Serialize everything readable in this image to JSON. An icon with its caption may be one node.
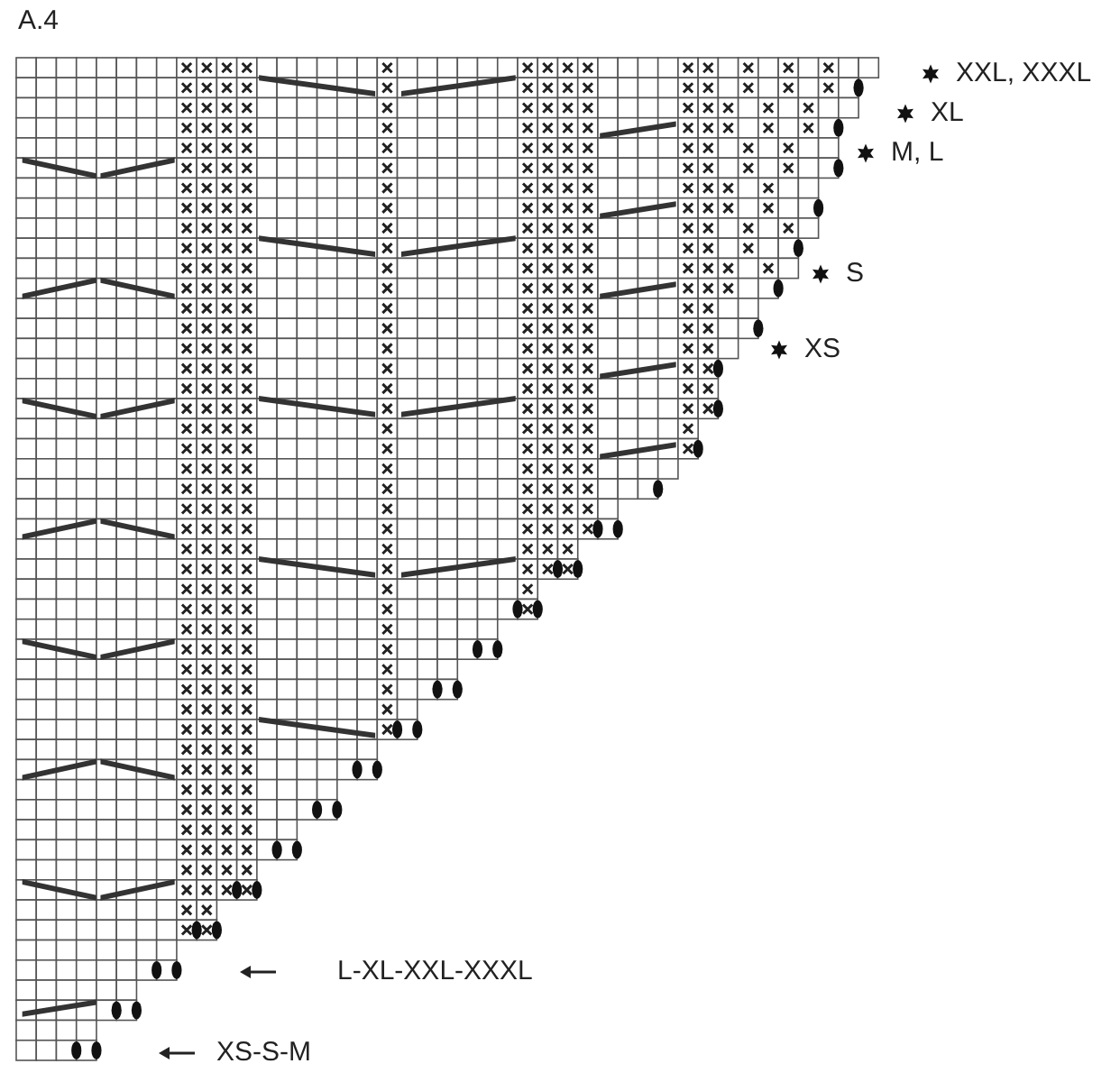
{
  "diagram": {
    "title": "A.4",
    "labels": [
      "XXL, XXXL",
      "XL",
      "M, L",
      "S",
      "XS",
      "L-XL-XXL-XXXL",
      "XS-S-M"
    ]
  }
}
